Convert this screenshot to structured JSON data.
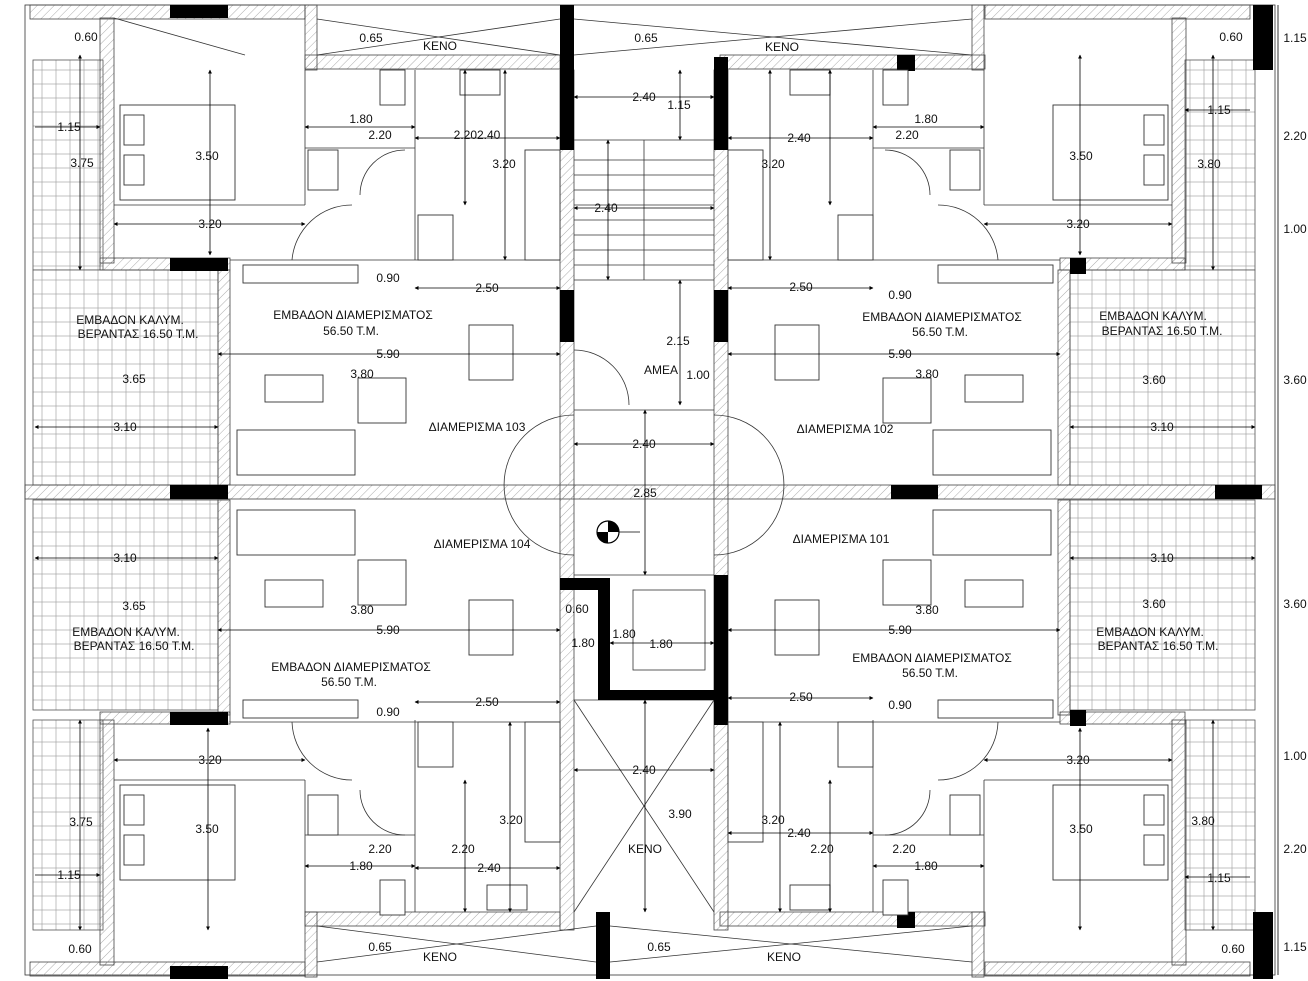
{
  "void_label": "ΚΕΝΟ",
  "access_label": "ΑΜΕΑ",
  "apartments": {
    "a103": "ΔΙΑΜΕΡΙΣΜΑ 103",
    "a102": "ΔΙΑΜΕΡΙΣΜΑ 102",
    "a104": "ΔΙΑΜΕΡΙΣΜΑ 104",
    "a101": "ΔΙΑΜΕΡΙΣΜΑ 101"
  },
  "area": {
    "line1": "ΕΜΒΑΔΟΝ ΔΙΑΜΕΡΙΣΜΑΤΟΣ",
    "line2": "56.50 Τ.Μ."
  },
  "veranda": {
    "line1": "ΕΜΒΑΔΟΝ ΚΑΛΥΜ.",
    "line2": "ΒΕΡΑΝΤΑΣ 16.50 Τ.Μ."
  },
  "dims": {
    "d060": "0.60",
    "d065": "0.65",
    "d115": "1.15",
    "d375": "3.75",
    "d350": "3.50",
    "d320": "3.20",
    "d180": "1.80",
    "d220": "2.20",
    "d220240": "2.202.40",
    "d240": "2.40",
    "d090": "0.90",
    "d250": "2.50",
    "d590": "5.90",
    "d380": "3.80",
    "d365": "3.65",
    "d360": "3.60",
    "d310": "3.10",
    "d215": "2.15",
    "d100": "1.00",
    "d285": "2.85",
    "d390": "3.90",
    "d1802": "1.80",
    "d380r": "3.80"
  },
  "side_dims": [
    "1.15",
    "2.20",
    "1.00",
    "3.60",
    "3.60",
    "1.00",
    "2.20",
    "1.15"
  ]
}
